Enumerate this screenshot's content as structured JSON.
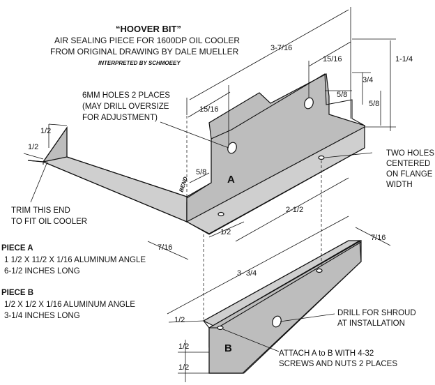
{
  "title": "“HOOVER BIT”",
  "subtitle_lines": [
    "AIR SEALING PIECE FOR 1600DP OIL COOLER",
    "FROM ORIGINAL DRAWING  BY DALE MUELLER"
  ],
  "credit": "INTERPRETED BY SCHMOEEY",
  "notes": {
    "holes": [
      "6MM HOLES 2 PLACES",
      "(MAY DRILL OVERSIZE",
      "FOR ADJUSTMENT)"
    ],
    "two_holes": [
      "TWO HOLES",
      "CENTERED",
      "ON FLANGE",
      "WIDTH"
    ],
    "trim": [
      "TRIM THIS END",
      "TO FIT OIL COOLER"
    ],
    "drill": [
      "DRILL FOR SHROUD",
      "AT INSTALLATION"
    ],
    "attach": [
      "ATTACH A to B WITH 4-32",
      "SCREWS AND NUTS 2 PLACES"
    ],
    "bend": "BEND"
  },
  "pieces": {
    "a_header": "PIECE A",
    "a_lines": [
      "1 1/2 X 11/2 X 1/16  ALUMINUM ANGLE",
      "6-1/2 INCHES LONG"
    ],
    "b_header": "PIECE B",
    "b_lines": [
      "1/2 X 1/2 X 1/16 ALUMINUM ANGLE",
      "3-1/4 INCHES LONG"
    ]
  },
  "labels": {
    "a": "A",
    "b": "B"
  },
  "dims": {
    "d_3_7_16": "3-7/16",
    "d_15_16_top": "15/16",
    "d_1_1_4": "1-1/4",
    "d_3_4": "3/4",
    "d_5_8_right": "5/8",
    "d_5_8_mid": "5/8",
    "d_15_16_left": "15/16",
    "d_5_8_bend": "5/8",
    "d_1_2_left_top": "1/2",
    "d_1_2_left_bot": "1/2",
    "d_2_1_2": "2-1/2",
    "d_1_2_flange": "1/2",
    "d_7_16_a": "7/16",
    "d_3_3_4": "3- 3/4",
    "d_7_16_b": "7/16",
    "d_1_2_b_top": "1/2",
    "d_1_2_b_bot1": "1/2",
    "d_1_2_b_bot2": "1/2"
  },
  "colors": {
    "face_light": "#cfcfcf",
    "face_mid": "#bdbdbd",
    "face_dark": "#9e9e9e"
  }
}
